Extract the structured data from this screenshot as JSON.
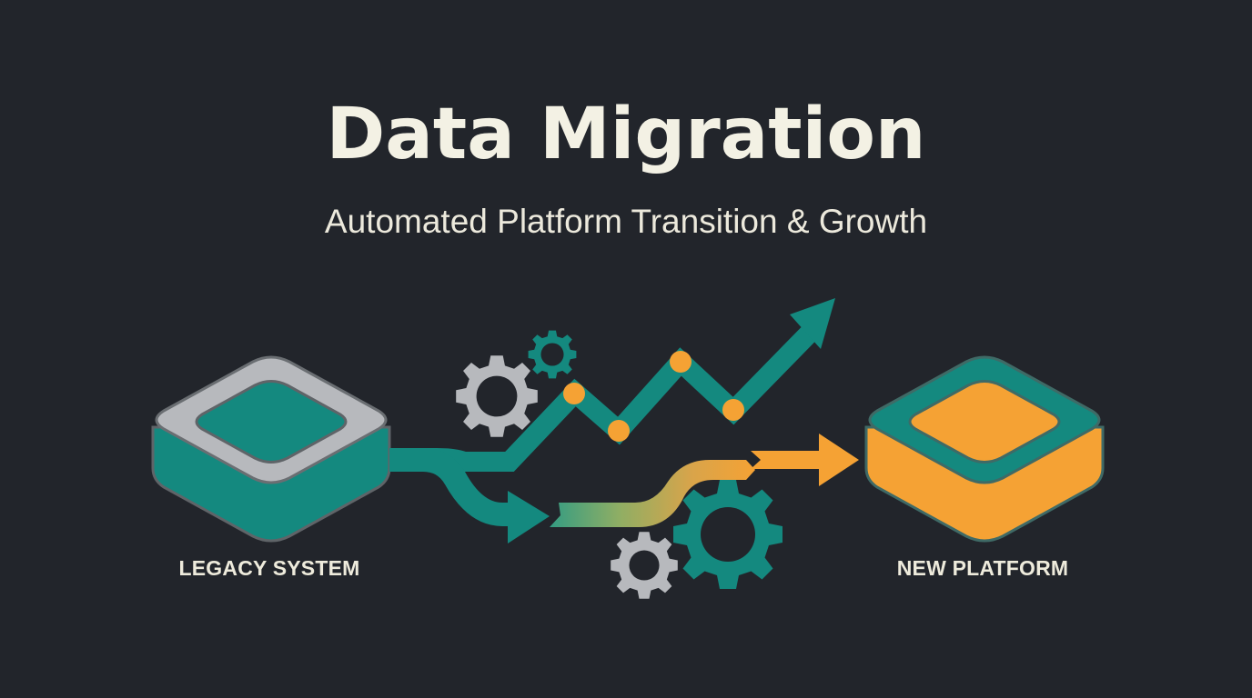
{
  "header": {
    "title": "Data Migration",
    "subtitle": "Automated Platform Transition & Growth"
  },
  "nodes": {
    "source": {
      "label": "LEGACY SYSTEM",
      "icon": "database-platform-icon"
    },
    "target": {
      "label": "NEW PLATFORM",
      "icon": "database-platform-icon"
    }
  },
  "decorations": {
    "icons": [
      "gear-icon",
      "gear-icon",
      "gear-icon",
      "gear-icon",
      "growth-arrow-icon",
      "migration-arrow-icon"
    ]
  },
  "colors": {
    "background": "#22252b",
    "teal": "#14897f",
    "orange": "#f5a234",
    "gray": "#b7b9bd",
    "text": "#f3f1e4"
  }
}
